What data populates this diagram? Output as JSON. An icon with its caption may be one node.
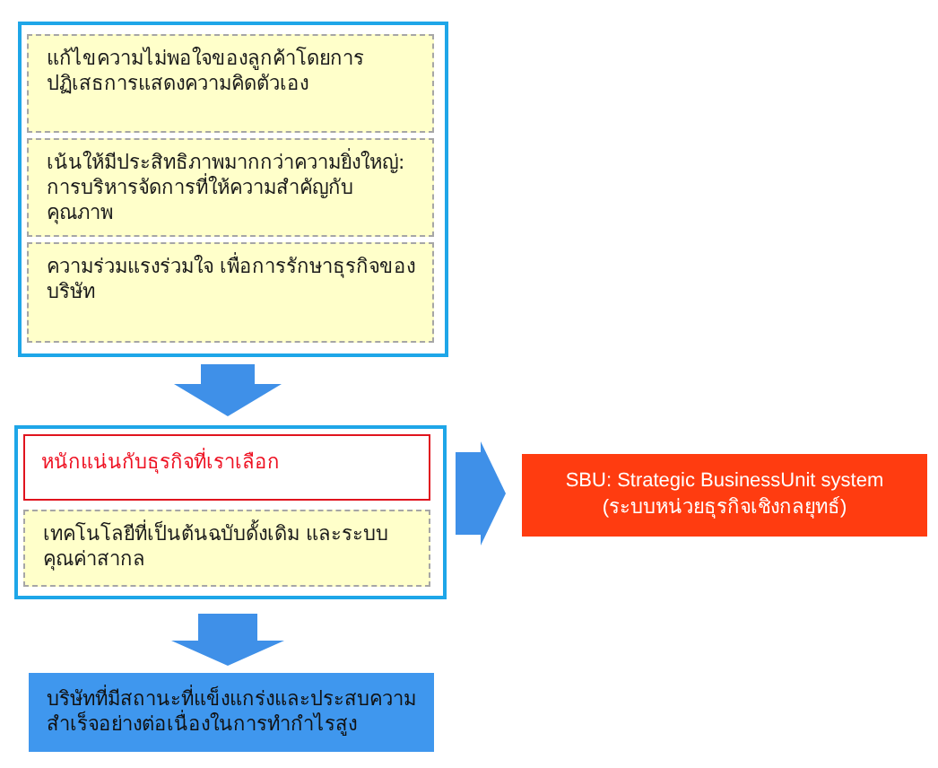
{
  "diagram": {
    "nodes": [
      {
        "text": [],
        "shape": "box"
      },
      {
        "text": [
          "แก้ไขความไม่พอใจของลูกค้าโดยการปฏิเสธการแสดงความคิดตัวเอง"
        ],
        "in": 0
      },
      {
        "text": [
          "เน้นให้มีประสิทธิภาพมากกว่าความยิ่งใหญ่: การบริหารจัดการที่ให้ความสำคัญกับคุณภาพ"
        ],
        "in": 0
      },
      {
        "text": [
          "ความร่วมแรงร่วมใจ เพื่อการรักษาธุรกิจของบริษัท"
        ],
        "in": 0
      },
      {
        "text": [],
        "shape": "box"
      },
      {
        "text": [
          "หนักแน่นกับธุรกิจที่เราเลือก"
        ],
        "in": 4
      },
      {
        "text": [
          "เทคโนโลยีที่เป็นต้นฉบับดั้งเดิม และระบบคุณค่าสากล"
        ],
        "in": 4
      },
      {
        "text": [
          "SBU: Strategic BusinessUnit system (ระบบหน่วยธุรกิจเชิงกลยุทธ์)"
        ]
      },
      {
        "text": [
          "บริษัทที่มีสถานะที่แข็งแกร่งและประสบความสำเร็จอย่างต่อเนื่องในการทำกำไรสูง"
        ]
      }
    ],
    "edges": [
      {
        "from": 0,
        "to": 4,
        "arrow": "to"
      },
      {
        "from": 4,
        "to": 7,
        "arrow": "to"
      },
      {
        "from": 4,
        "to": 8,
        "arrow": "to"
      }
    ]
  }
}
